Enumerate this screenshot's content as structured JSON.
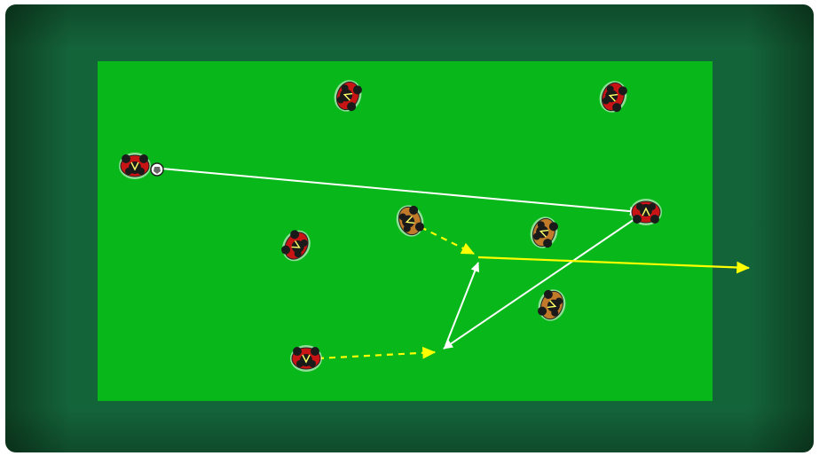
{
  "diagram": {
    "colors": {
      "frame_edge": "#0d3f22",
      "frame_mid": "#14643a",
      "pitch": "#08b81a",
      "team_red": "#c81414",
      "team_orange": "#c07a2a",
      "player_dark": "#1a1a1a",
      "pass_line": "#ffffff",
      "run_line": "#ffff00",
      "ball": "#ffffff"
    },
    "players": [
      {
        "id": "red-top-left",
        "team": "red",
        "role": "defender"
      },
      {
        "id": "red-top-right",
        "team": "red",
        "role": "defender"
      },
      {
        "id": "red-left-ball",
        "team": "red",
        "role": "passer"
      },
      {
        "id": "red-right-target",
        "team": "red",
        "role": "receiver"
      },
      {
        "id": "red-center-left",
        "team": "red",
        "role": "defender"
      },
      {
        "id": "red-bottom-left",
        "team": "red",
        "role": "runner"
      },
      {
        "id": "orange-center",
        "team": "orange",
        "role": "runner"
      },
      {
        "id": "orange-right-upper",
        "team": "orange",
        "role": "defender"
      },
      {
        "id": "orange-right-lower",
        "team": "orange",
        "role": "defender"
      }
    ],
    "arrows": [
      {
        "id": "long-pass",
        "type": "pass",
        "style": "solid",
        "color": "white"
      },
      {
        "id": "orange-run",
        "type": "run",
        "style": "dashed",
        "color": "yellow"
      },
      {
        "id": "red-run",
        "type": "run",
        "style": "dashed",
        "color": "yellow"
      },
      {
        "id": "return-pass",
        "type": "pass",
        "style": "solid",
        "color": "white"
      },
      {
        "id": "layoff-pass",
        "type": "pass",
        "style": "solid",
        "color": "white"
      },
      {
        "id": "final-run",
        "type": "run",
        "style": "solid",
        "color": "yellow"
      }
    ]
  }
}
